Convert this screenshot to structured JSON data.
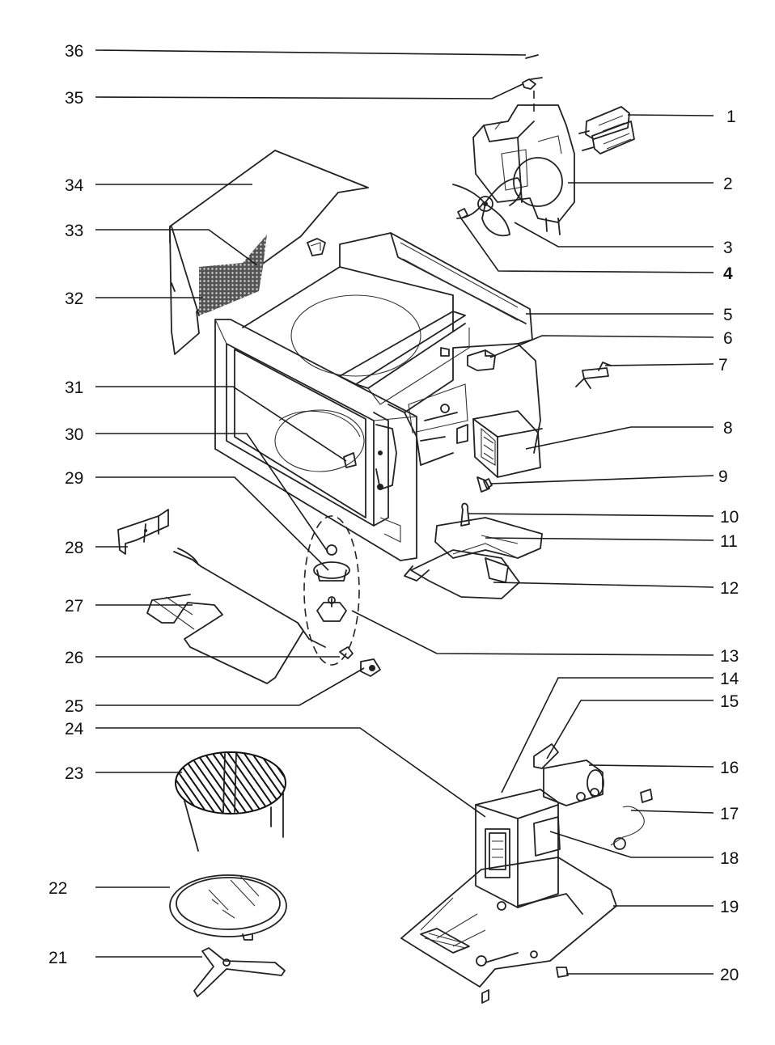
{
  "labels": {
    "p1": "1",
    "p2": "2",
    "p3": "3",
    "p4": "4",
    "p5": "5",
    "p6": "6",
    "p7": "7",
    "p8": "8",
    "p9": "9",
    "p10": "10",
    "p11": "11",
    "p12": "12",
    "p13": "13",
    "p14": "14",
    "p15": "15",
    "p16": "16",
    "p17": "17",
    "p18": "18",
    "p19": "19",
    "p20": "20",
    "p21": "21",
    "p22": "22",
    "p23": "23",
    "p24": "24",
    "p25": "25",
    "p26": "26",
    "p27": "27",
    "p28": "28",
    "p29": "29",
    "p30": "30",
    "p31": "31",
    "p32": "32",
    "p33": "33",
    "p34": "34",
    "p35": "35",
    "p36": "36"
  },
  "colors": {
    "ink": "#222222",
    "background": "#ffffff"
  }
}
